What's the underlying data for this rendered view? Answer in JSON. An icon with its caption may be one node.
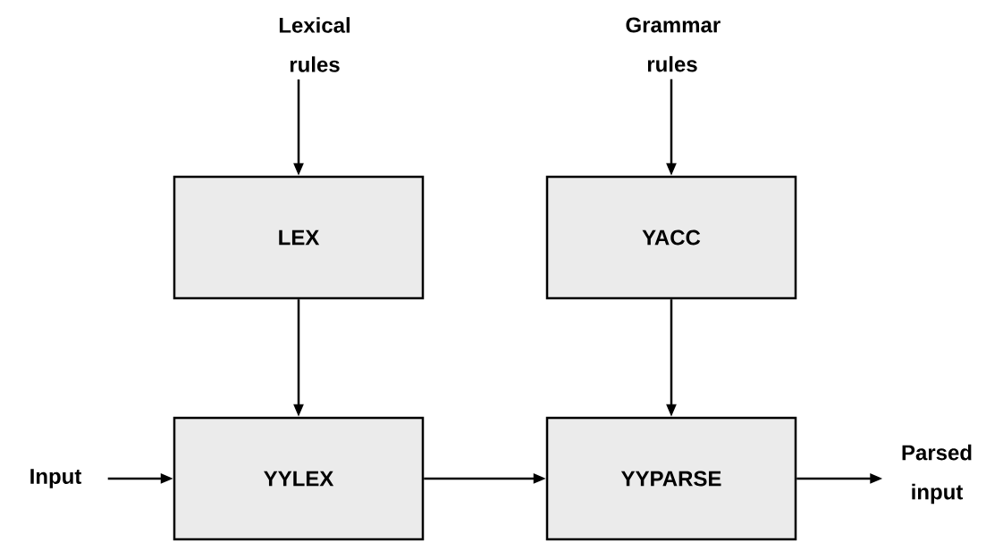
{
  "diagram": {
    "nodes": [
      {
        "text": [
          "Lexical rules"
        ]
      },
      {
        "text": [
          "Grammar rules"
        ]
      },
      {
        "text": [
          "LEX"
        ]
      },
      {
        "text": [
          "YACC"
        ]
      },
      {
        "text": [
          "Input"
        ]
      },
      {
        "text": [
          "YYLEX"
        ]
      },
      {
        "text": [
          "YYPARSE"
        ]
      },
      {
        "text": [
          "Parsed input"
        ]
      }
    ],
    "edges": [
      {
        "from": 0,
        "to": 2,
        "arrow": "to"
      },
      {
        "from": 1,
        "to": 3,
        "arrow": "to"
      },
      {
        "from": 2,
        "to": 5,
        "arrow": "to"
      },
      {
        "from": 3,
        "to": 6,
        "arrow": "to"
      },
      {
        "from": 4,
        "to": 5,
        "arrow": "to"
      },
      {
        "from": 5,
        "to": 6,
        "arrow": "to"
      },
      {
        "from": 6,
        "to": 7,
        "arrow": "to"
      }
    ]
  }
}
